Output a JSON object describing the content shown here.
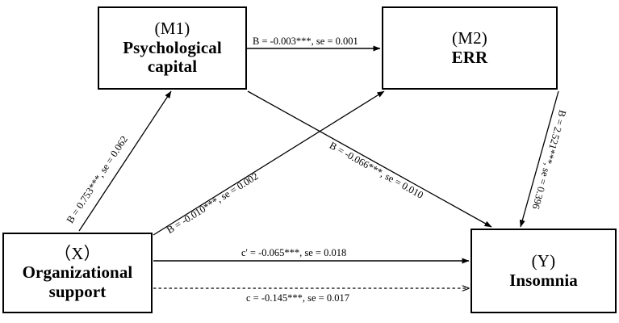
{
  "diagram": {
    "title": "Serial mediation model path diagram",
    "nodes": [
      {
        "id": "m1",
        "tag": "(M1)",
        "label_line1": "Psychological",
        "label_line2": "capital"
      },
      {
        "id": "m2",
        "tag": "(M2)",
        "label_line1": "ERR",
        "label_line2": ""
      },
      {
        "id": "x",
        "tag": "（X）",
        "label_line1": "Organizational",
        "label_line2": "support"
      },
      {
        "id": "y",
        "tag": "(Y)",
        "label_line1": "Insomnia",
        "label_line2": ""
      }
    ],
    "edges": [
      {
        "id": "m1-to-m2",
        "from": "m1",
        "to": "m2",
        "label": "B = -0.003***, se = 0.001",
        "style": "solid"
      },
      {
        "id": "x-to-m1",
        "from": "x",
        "to": "m1",
        "label": "B = 0.753***, se = 0.062",
        "style": "solid"
      },
      {
        "id": "x-to-m2",
        "from": "x",
        "to": "m2",
        "label": "B = -0.010***, se = 0.002",
        "style": "solid"
      },
      {
        "id": "m1-to-y",
        "from": "m1",
        "to": "y",
        "label": "B = -0.066***, se = 0.010",
        "style": "solid"
      },
      {
        "id": "m2-to-y",
        "from": "m2",
        "to": "y",
        "label": "B = 2.521***, se = 0.396",
        "style": "solid"
      },
      {
        "id": "x-to-y-direct",
        "from": "x",
        "to": "y",
        "label": "c' = -0.065***, se = 0.018",
        "style": "solid"
      },
      {
        "id": "x-to-y-total",
        "from": "x",
        "to": "y",
        "label": "c = -0.145***, se = 0.017",
        "style": "dashed"
      }
    ],
    "caption": ""
  }
}
